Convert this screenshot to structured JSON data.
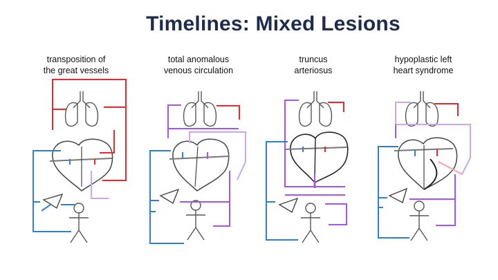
{
  "title": "Timelines: Mixed Lesions",
  "colors": {
    "oxygenated": "#e8282b",
    "deoxygenated": "#2f7fd1",
    "mixed": "#a455f0",
    "mixed_light": "#cda6ef",
    "outline": "#333333",
    "title": "#1d2b4d"
  },
  "panels": [
    {
      "id": "tga",
      "label_lines": [
        "transposition of",
        "the great vessels"
      ]
    },
    {
      "id": "tapvc",
      "label_lines": [
        "total anomalous",
        "venous circulation"
      ]
    },
    {
      "id": "truncus",
      "label_lines": [
        "truncus",
        "arteriosus"
      ]
    },
    {
      "id": "hlhs",
      "label_lines": [
        "hypoplastic left",
        "heart syndrome"
      ]
    }
  ],
  "icons": [
    "lungs-icon",
    "heart-icon",
    "body-organ-triangle-icon",
    "stick-figure-icon"
  ]
}
